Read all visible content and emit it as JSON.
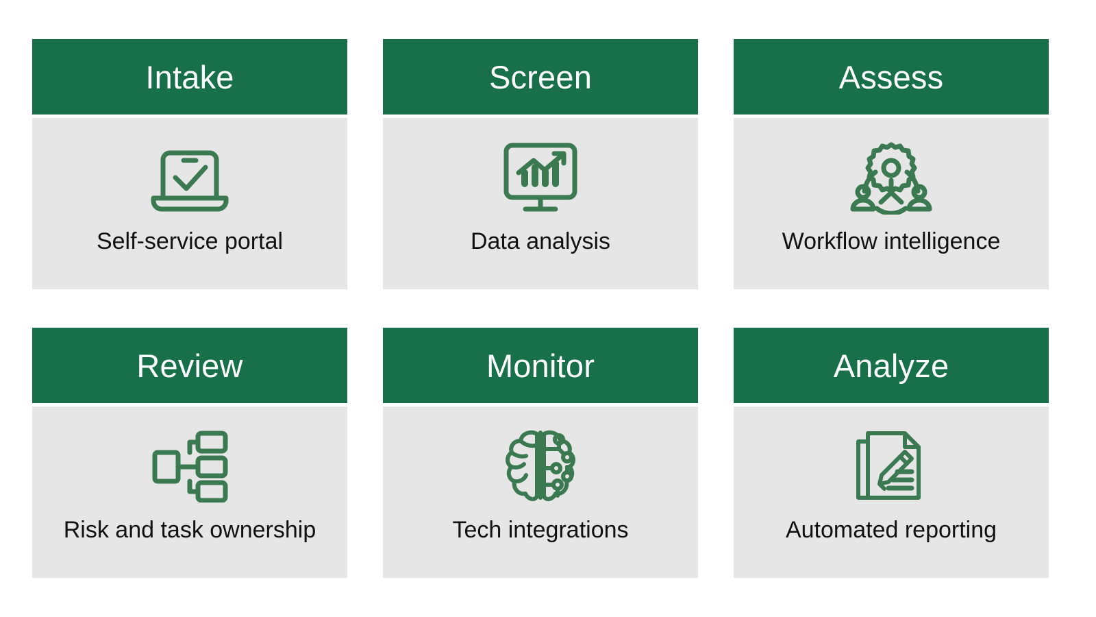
{
  "theme": {
    "header_green": "#17704A",
    "panel_grey": "#E6E6E6",
    "icon_green": "#3B7A51",
    "header_text": "#FFFFFF",
    "caption_text": "#111111",
    "page_background": "#FFFFFF"
  },
  "cards": [
    {
      "title": "Intake",
      "caption": "Self-service portal",
      "icon": "laptop-check-icon"
    },
    {
      "title": "Screen",
      "caption": "Data analysis",
      "icon": "monitor-bar-chart-trend-icon"
    },
    {
      "title": "Assess",
      "caption": "Workflow intelligence",
      "icon": "gear-people-network-icon"
    },
    {
      "title": "Review",
      "caption": "Risk and task ownership",
      "icon": "org-chart-hierarchy-icon"
    },
    {
      "title": "Monitor",
      "caption": "Tech integrations",
      "icon": "brain-circuit-icon"
    },
    {
      "title": "Analyze",
      "caption": "Automated reporting",
      "icon": "documents-pencil-icon"
    }
  ]
}
